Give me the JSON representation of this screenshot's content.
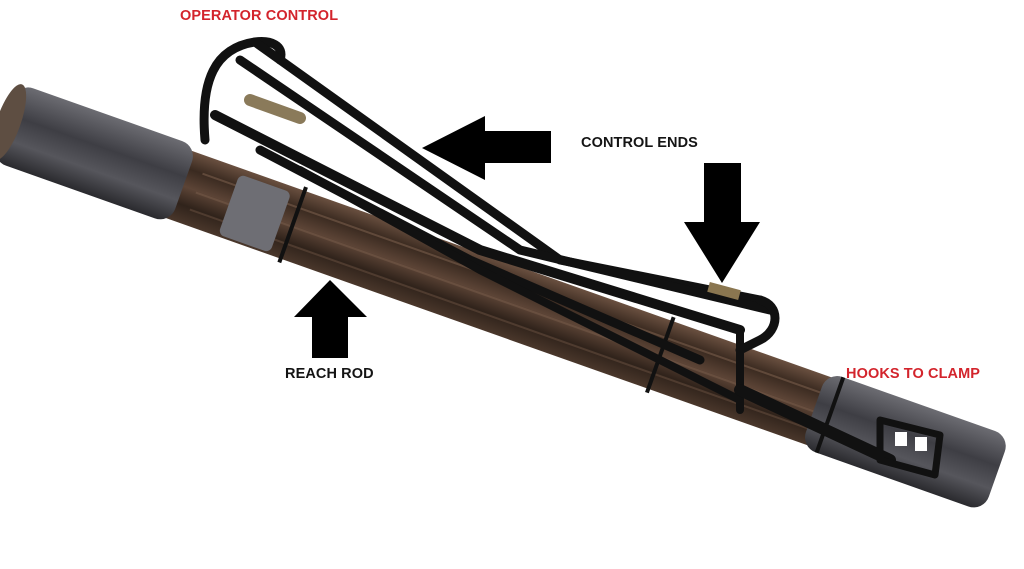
{
  "image": {
    "subject": "Reach rod assembly with operator control frame",
    "background_color": "#ffffff"
  },
  "labels": {
    "operator_control": {
      "text": "OPERATOR CONTROL",
      "color": "#d3242c"
    },
    "control_ends": {
      "text": "CONTROL ENDS",
      "color": "#141414"
    },
    "reach_rod": {
      "text": "REACH ROD",
      "color": "#141414"
    },
    "hooks_to_clamp": {
      "text": "HOOKS TO CLAMP",
      "color": "#d3242c"
    }
  },
  "arrows": [
    {
      "id": "arrow-left",
      "direction": "left",
      "points_to": "operator control frame"
    },
    {
      "id": "arrow-down",
      "direction": "down",
      "points_to": "control ends"
    },
    {
      "id": "arrow-up",
      "direction": "up",
      "points_to": "reach rod"
    }
  ],
  "colors": {
    "tape_gray": "#4a4a4e",
    "rod_brown": "#4e3a2e",
    "frame_black": "#111111",
    "arrow_black": "#000000"
  }
}
